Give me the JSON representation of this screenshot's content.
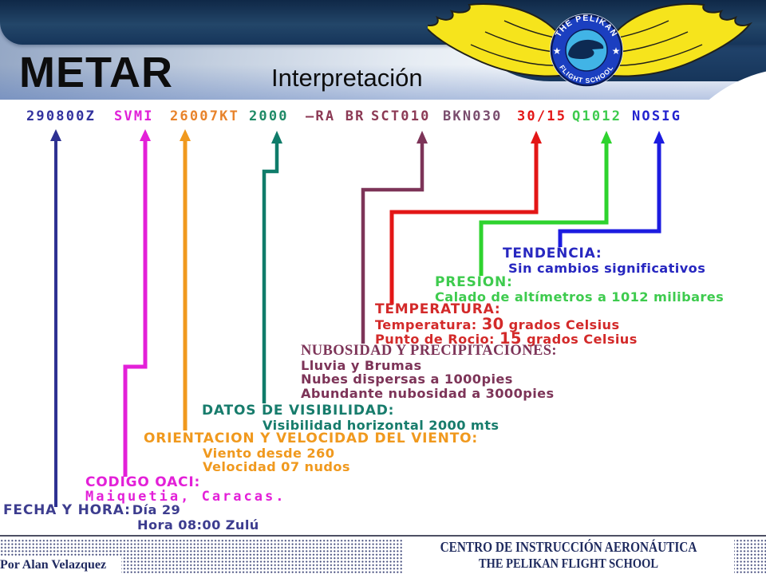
{
  "header": {
    "title": "METAR",
    "subtitle": "Interpretación",
    "logo": {
      "top_text": "THE PELIKAN",
      "bottom_text": "FLIGHT SCHOOL"
    }
  },
  "metar": {
    "time": "290800Z",
    "station": "SVMI",
    "wind": "26007KT",
    "visibility": "2000",
    "weather": "–RA BR",
    "clouds_scattered": "SCT010",
    "clouds_broken": "BKN030",
    "temp_dewpoint": "30/15",
    "pressure": "Q1012",
    "trend": "NOSIG"
  },
  "metar_colors": {
    "time": "#32329e",
    "station": "#e020d8",
    "wind": "#e8832b",
    "visibility": "#1e8a66",
    "weather": "#8c3a55",
    "clouds_scattered": "#8c3a55",
    "clouds_broken": "#7a4d6e",
    "temp_dewpoint": "#e31616",
    "pressure": "#3ecb4e",
    "trend": "#2323cf"
  },
  "annotations": {
    "fecha": {
      "heading": "FECHA Y HORA:",
      "value": "Día 29",
      "line2": "Hora 08:00 Zulú",
      "color": "#3d3d8f"
    },
    "codigo": {
      "heading": "CODIGO OACI:",
      "line1": "Maiquetia, Caracas.",
      "color": "#e320d8"
    },
    "viento": {
      "heading": "ORIENTACION Y VELOCIDAD DEL VIENTO:",
      "line1": "Viento desde 260",
      "line2": "Velocidad 07 nudos",
      "color": "#f0991e"
    },
    "visibilidad": {
      "heading": "DATOS DE VISIBILIDAD:",
      "line1": "Visibilidad horizontal 2000 mts",
      "color": "#177c6c"
    },
    "nubosidad": {
      "heading": "NUBOSIDAD Y PRECIPITACIONES:",
      "line1": "Lluvia y Brumas",
      "line2": "Nubes dispersas a 1000pies",
      "line3": "Abundante nubosidad a 3000pies",
      "color": "#7d3458"
    },
    "temperatura": {
      "heading": "TEMPERATURA:",
      "temp_label": "Temperatura: ",
      "temp_value": "30",
      "temp_suffix": " grados Celsius",
      "dew_label": "Punto de Rocio: ",
      "dew_value": "15",
      "dew_suffix": " grados Celsius",
      "color": "#d32a2a"
    },
    "presion": {
      "heading": "PRESION:",
      "line1": "Calado de altímetros a 1012 milibares",
      "color": "#3ecb4e"
    },
    "tendencia": {
      "heading": "TENDENCIA:",
      "line1": "Sin cambios significativos",
      "color": "#2727c0"
    }
  },
  "footer": {
    "author": "Por Alan Velazquez",
    "org_line1": "CENTRO DE INSTRUCCIÓN AERONÁUTICA",
    "org_line2": "THE PELIKAN FLIGHT SCHOOL"
  }
}
